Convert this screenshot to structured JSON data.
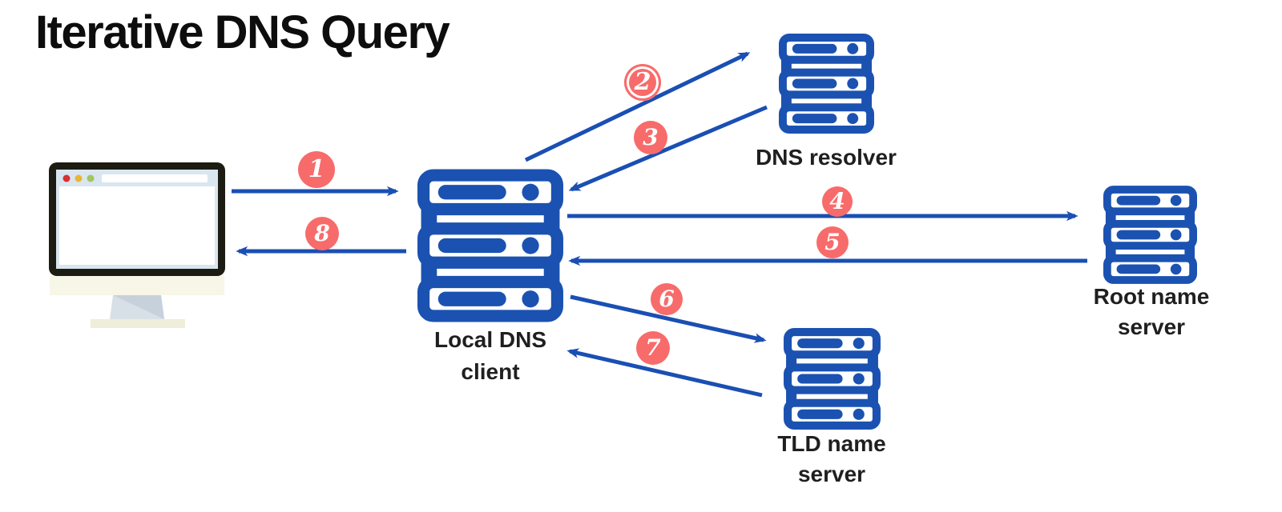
{
  "title": "Iterative DNS Query",
  "colors": {
    "server_blue": "#1B52B1",
    "arrow_blue": "#1A4FB3",
    "badge_coral": "#F86B6B",
    "label_dark": "#1F1F1F",
    "title_black": "#0D0D0D"
  },
  "nodes": {
    "client": {
      "icon": "desktop-computer-icon"
    },
    "local_dns": {
      "line1": "Local DNS",
      "line2": "client"
    },
    "resolver": {
      "label": "DNS resolver"
    },
    "root": {
      "line1": "Root name",
      "line2": "server"
    },
    "tld": {
      "line1": "TLD name",
      "line2": "server"
    }
  },
  "steps": [
    {
      "label": "1"
    },
    {
      "label": "2"
    },
    {
      "label": "3"
    },
    {
      "label": "4"
    },
    {
      "label": "5"
    },
    {
      "label": "6"
    },
    {
      "label": "7"
    },
    {
      "label": "8"
    }
  ]
}
